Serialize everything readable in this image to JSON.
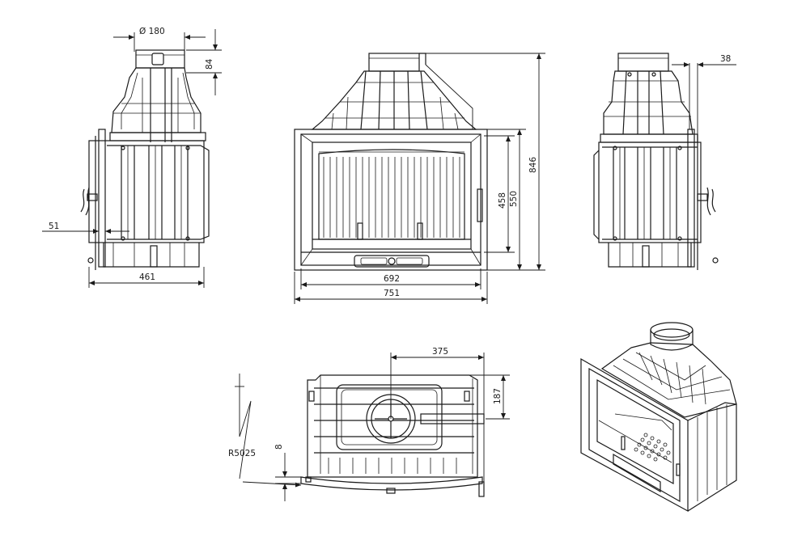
{
  "dimensions": {
    "flue_diameter": "Ø 180",
    "flue_height": "84",
    "side_depth": "461",
    "side_offset": "51",
    "front_inner_width": "692",
    "front_outer_width": "751",
    "glass_height": "458",
    "frame_height": "550",
    "total_height": "846",
    "flue_offset": "38",
    "top_flue_center": "375",
    "top_flue_depth": "187",
    "door_radius": "R5025",
    "door_gap": "8"
  },
  "colors": {
    "line": "#1a1a1a",
    "background": "#ffffff"
  }
}
